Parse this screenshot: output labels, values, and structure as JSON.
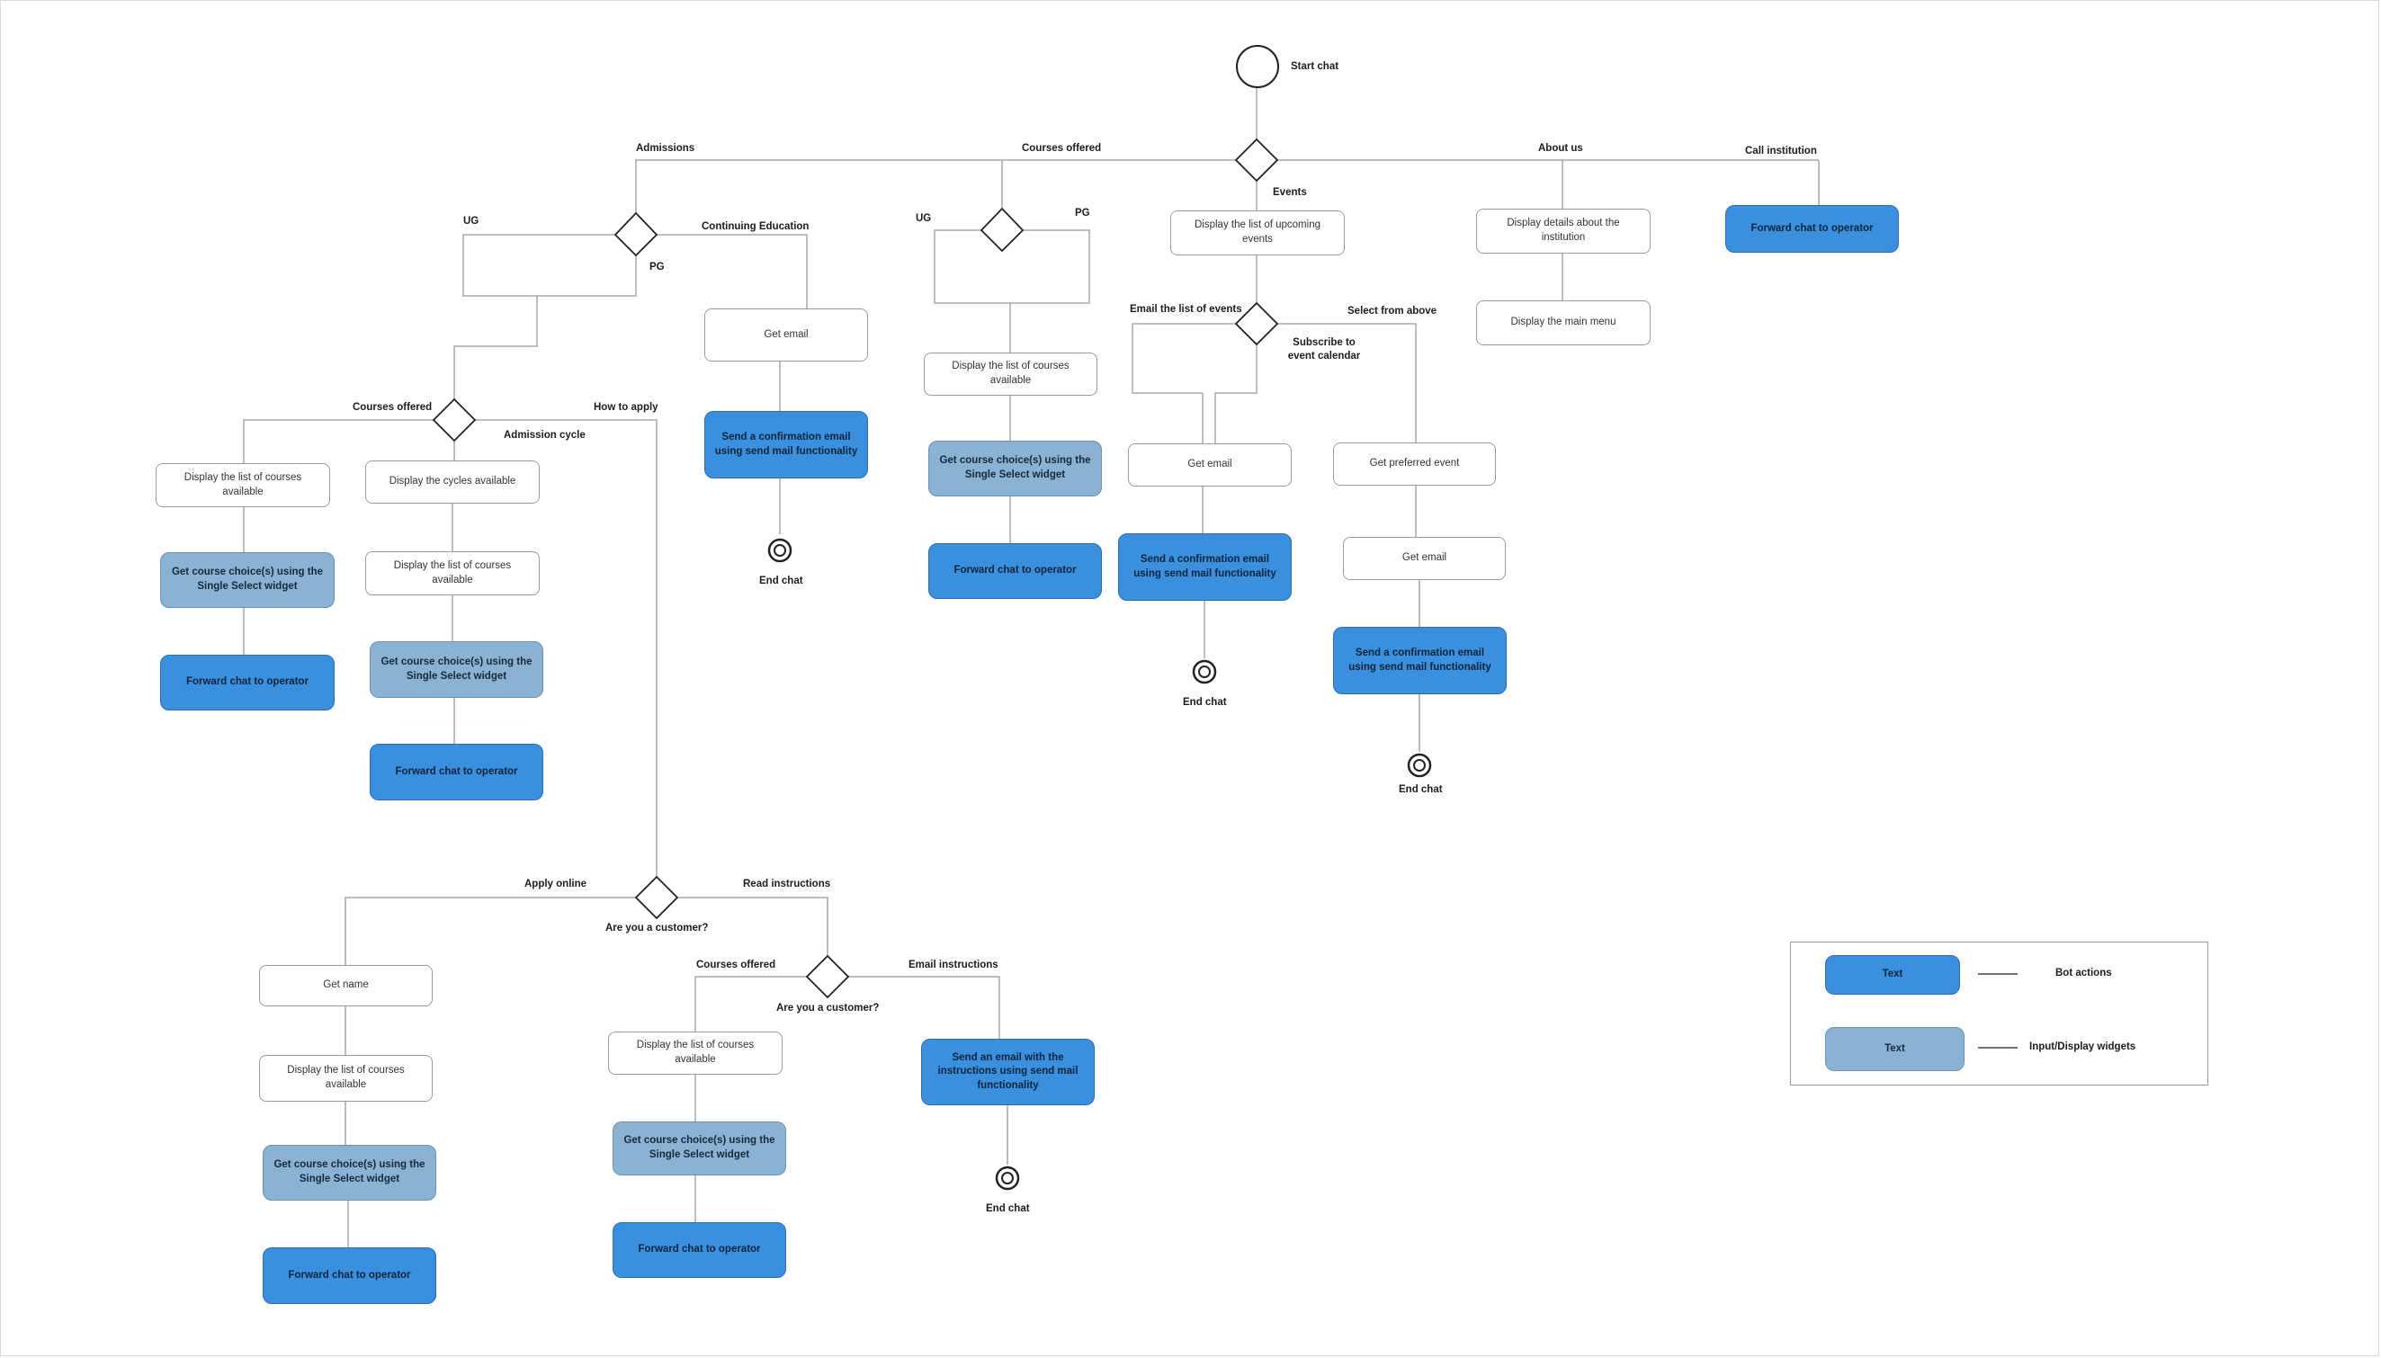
{
  "nodes": {
    "start": "Start chat",
    "main_forward": "Forward chat to operator",
    "display_institution": "Display details about the institution",
    "display_main_menu": "Display the main menu",
    "display_events": "Display the list of upcoming events",
    "ev_get_email": "Get email",
    "ev_send_email": "Send a confirmation email using send mail functionality",
    "ev_end": "End chat",
    "ev_get_pref": "Get preferred event",
    "ev_get_email2": "Get email",
    "ev_send_email2": "Send a confirmation email using send mail functionality",
    "ev_end2": "End chat",
    "co_display": "Display the list of courses available",
    "co_get_choice": "Get course choice(s) using the Single Select widget",
    "co_forward": "Forward chat to operator",
    "ce_get_email": "Get email",
    "ce_send_email": "Send a confirmation email using send mail functionality",
    "ce_end": "End chat",
    "ug_display_courses": "Display the list of courses available",
    "ug_get_choice": "Get course choice(s) using the Single Select widget",
    "ug_forward": "Forward chat to operator",
    "ac_display_cycles": "Display the cycles available",
    "ac_display_courses": "Display the list of courses available",
    "ac_get_choice": "Get course choice(s) using the Single Select widget",
    "ac_forward": "Forward chat to operator",
    "ao_get_name": "Get name",
    "ao_display_courses": "Display the list of courses available",
    "ao_get_choice": "Get course choice(s) using the Single Select widget",
    "ao_forward": "Forward chat to operator",
    "ri_display_courses": "Display the list of courses available",
    "ri_get_choice": "Get course choice(s) using the Single Select widget",
    "ri_forward": "Forward chat to operator",
    "ri_send_email": "Send an email with the instructions using send mail functionality",
    "ri_end": "End chat"
  },
  "labels": {
    "admissions": "Admissions",
    "courses_offered_top": "Courses offered",
    "events": "Events",
    "about_us": "About us",
    "call_institution": "Call institution",
    "ug": "UG",
    "pg": "PG",
    "continuing_education": "Continuing Education",
    "ug2": "UG",
    "pg2": "PG",
    "email_list_events": "Email the list of events",
    "subscribe": "Subscribe to event calendar",
    "select_from_above": "Select from above",
    "courses_offered_ug": "Courses offered",
    "how_to_apply": "How to apply",
    "admission_cycle": "Admission cycle",
    "apply_online": "Apply online",
    "read_instructions": "Read instructions",
    "are_you_customer_1": "Are you a customer?",
    "courses_offered_ri": "Courses offered",
    "email_instructions": "Email instructions",
    "are_you_customer_2": "Are you a customer?"
  },
  "legend": {
    "sample_text_1": "Text",
    "caption_1": "Bot actions",
    "sample_text_2": "Text",
    "caption_2": "Input/Display widgets"
  },
  "colors": {
    "bot_action": "#3a8fde",
    "input_widget": "#8ab3d3",
    "connector": "#a8a8a8"
  }
}
